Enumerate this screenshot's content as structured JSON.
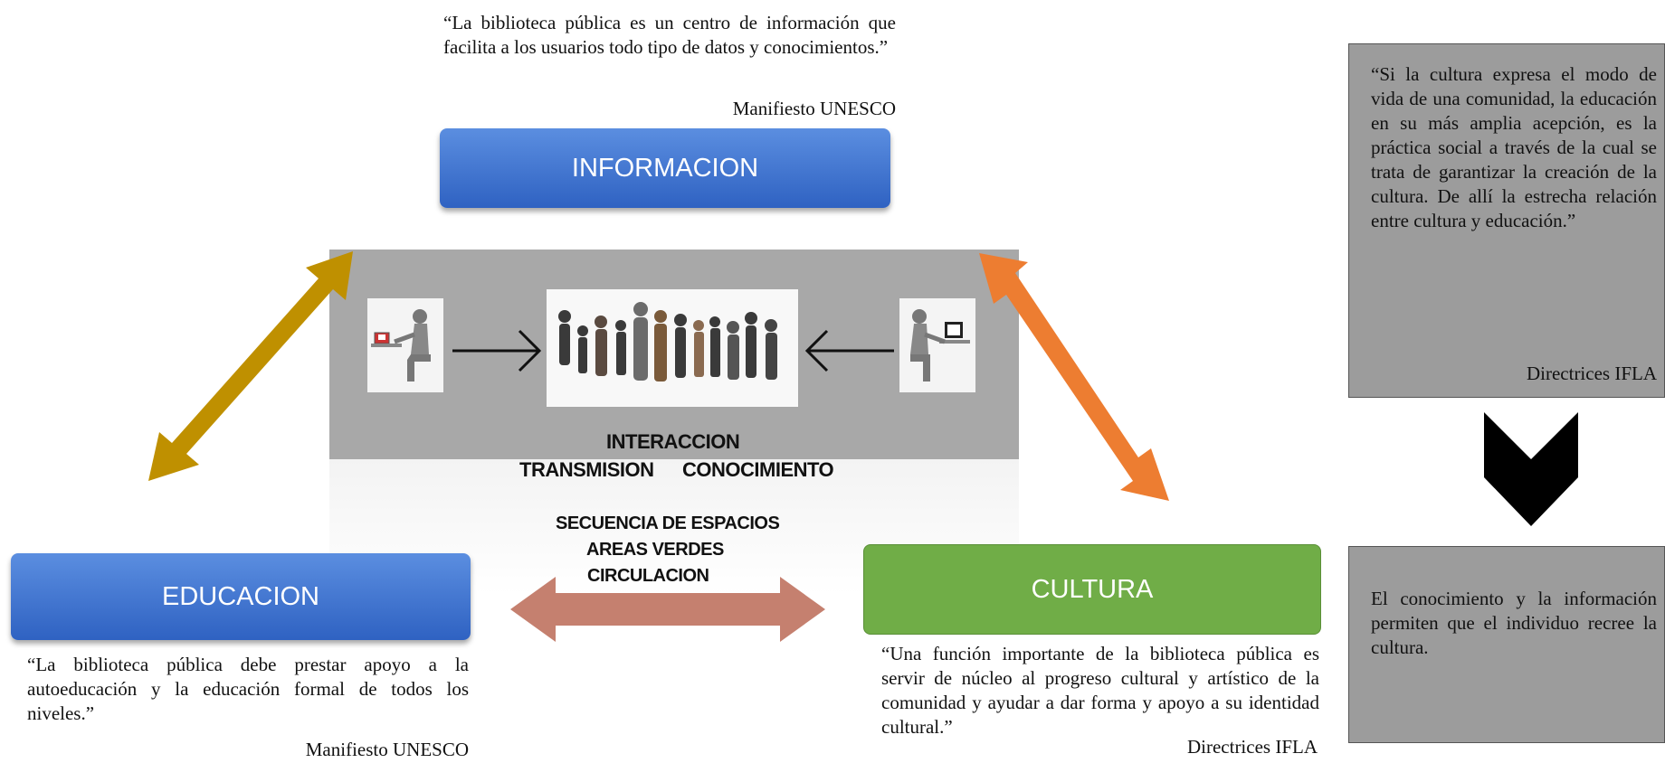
{
  "informacion": {
    "quote": "“La biblioteca pública es un centro de información que facilita a los usuarios todo tipo de datos y conocimientos.”",
    "attribution": "Manifiesto UNESCO",
    "label": "INFORMACION"
  },
  "educacion": {
    "label": "EDUCACION",
    "quote": "“La biblioteca pública debe prestar apoyo a la autoeducación y la educación formal de todos los niveles.”",
    "attribution": "Manifiesto UNESCO"
  },
  "cultura": {
    "label": "CULTURA",
    "quote": "“Una función importante de la biblioteca pública es servir de núcleo al progreso cultural y artístico de la comunidad y ayudar a dar forma y apoyo a su identidad cultural.”",
    "attribution": "Directrices IFLA"
  },
  "panel": {
    "interaccion": "INTERACCION",
    "transmision": "TRANSMISION",
    "conocimiento": "CONOCIMIENTO",
    "secuencia": "SECUENCIA DE ESPACIOS",
    "areas_verdes": "AREAS VERDES",
    "circulacion": "CIRCULACION"
  },
  "side": {
    "quote": "“Si la cultura expresa el modo de vida de una comunidad, la educación en su más amplia acepción, es la práctica social a través de la cual se trata de garantizar la creación de la cultura. De allí la estrecha relación entre cultura y educación.”",
    "attribution": "Directrices IFLA",
    "conclusion": "El conocimiento y la información permiten que el individuo recree la cultura."
  },
  "colors": {
    "blue_box": "#3a6fcf",
    "green_box": "#70ad47",
    "gold_arrow": "#bf9000",
    "orange_arrow": "#ed7d31",
    "rose_arrow": "#c5806f",
    "grey_box": "#9c9c9c"
  }
}
